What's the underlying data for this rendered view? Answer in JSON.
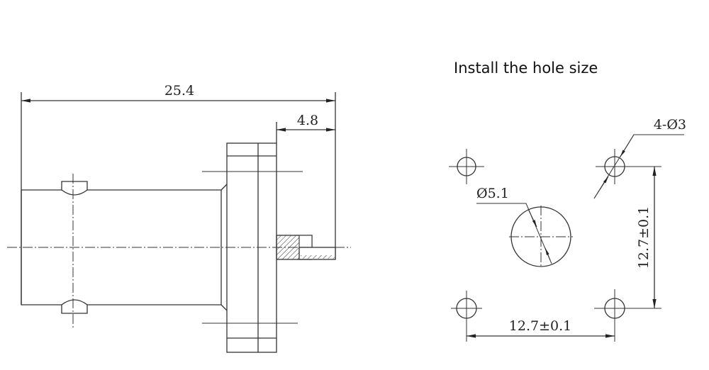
{
  "title": "Install the hole size",
  "side_view": {
    "overall_length": "25.4",
    "pin_length": "4.8"
  },
  "hole_pattern": {
    "center_hole_diameter": "Ø5.1",
    "mounting_holes": "4-Ø3",
    "vertical_spacing": "12.7±0.1",
    "horizontal_spacing": "12.7±0.1"
  }
}
